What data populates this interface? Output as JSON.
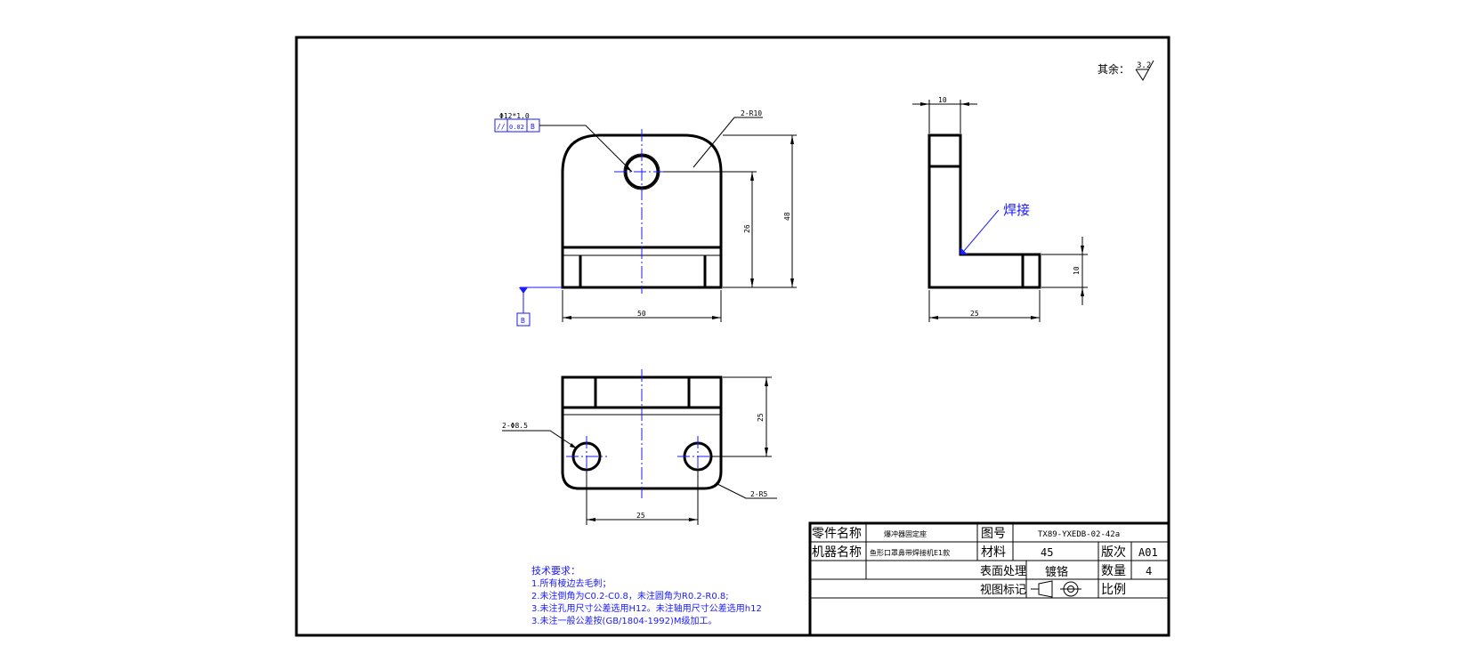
{
  "roughness": {
    "label": "其余：",
    "value": "3.2"
  },
  "front_view": {
    "tolerance_note": "Φ12*1.0",
    "frame": {
      "symbol": "//",
      "value": "0.02",
      "datum": "B"
    },
    "radius_note": "2-R10",
    "dims": {
      "width": "50",
      "hole_height": "26",
      "height": "48"
    },
    "datum_label": "B"
  },
  "side_view": {
    "dims": {
      "top_width": "10",
      "base_height": "10",
      "base_width": "25"
    },
    "weld_label": "焊接"
  },
  "top_view": {
    "hole_note": "2-Φ8.5",
    "radius_note": "2-R5",
    "dims": {
      "depth": "25",
      "spacing": "25"
    }
  },
  "notes": {
    "title": "技术要求：",
    "items": [
      "1.所有棱边去毛刺；",
      "2.未注倒角为C0.2-C0.8，未注圆角为R0.2-R0.8;",
      "3.未注孔用尺寸公差选用H12。未注轴用尺寸公差选用h12",
      "3.未注一般公差按(GB/1804-1992)M级加工。"
    ]
  },
  "title_block": {
    "part_name_label": "零件名称",
    "part_name_value": "爆冲器固定座",
    "drawing_no_label": "图号",
    "drawing_no_value": "TX89-YXEDB-02-42a",
    "machine_name_label": "机器名称",
    "machine_name_value": "鱼形口罩鼻带焊接机E1款",
    "material_label": "材料",
    "material_value": "45",
    "revision_label": "版次",
    "revision_value": "A01",
    "surface_label": "表面处理",
    "surface_value": "镀铬",
    "quantity_label": "数量",
    "quantity_value": "4",
    "view_mark_label": "视图标记",
    "scale_label": "比例"
  }
}
